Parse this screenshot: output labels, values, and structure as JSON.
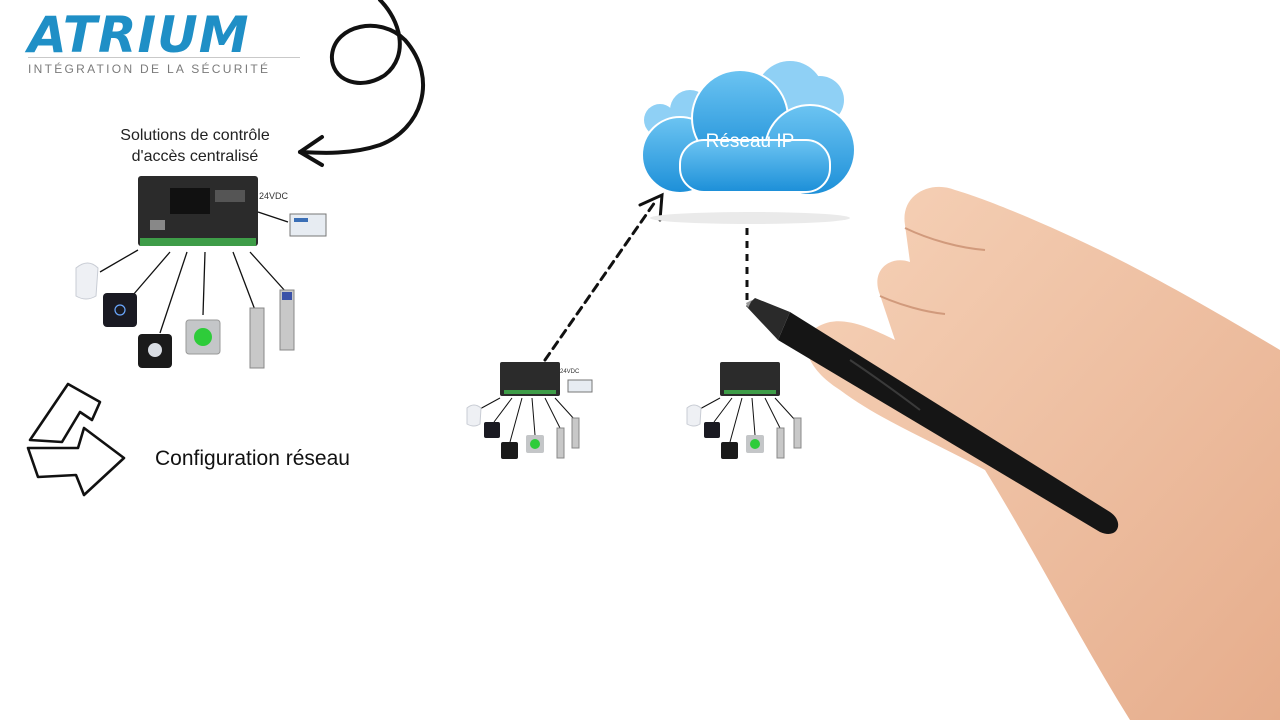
{
  "logo": {
    "wordmark": "ATRIUM",
    "tagline": "INTÉGRATION DE LA SÉCURITÉ"
  },
  "labels": {
    "title": "Solutions de contrôle d'accès centralisé",
    "config": "Configuration réseau",
    "cloud": "Réseau IP",
    "voltage": "24VDC"
  },
  "colors": {
    "brand": "#1f8fc6",
    "cloud": "#2d9fe0",
    "board": "#2b2b2b",
    "skin": "#f0c3a6"
  }
}
